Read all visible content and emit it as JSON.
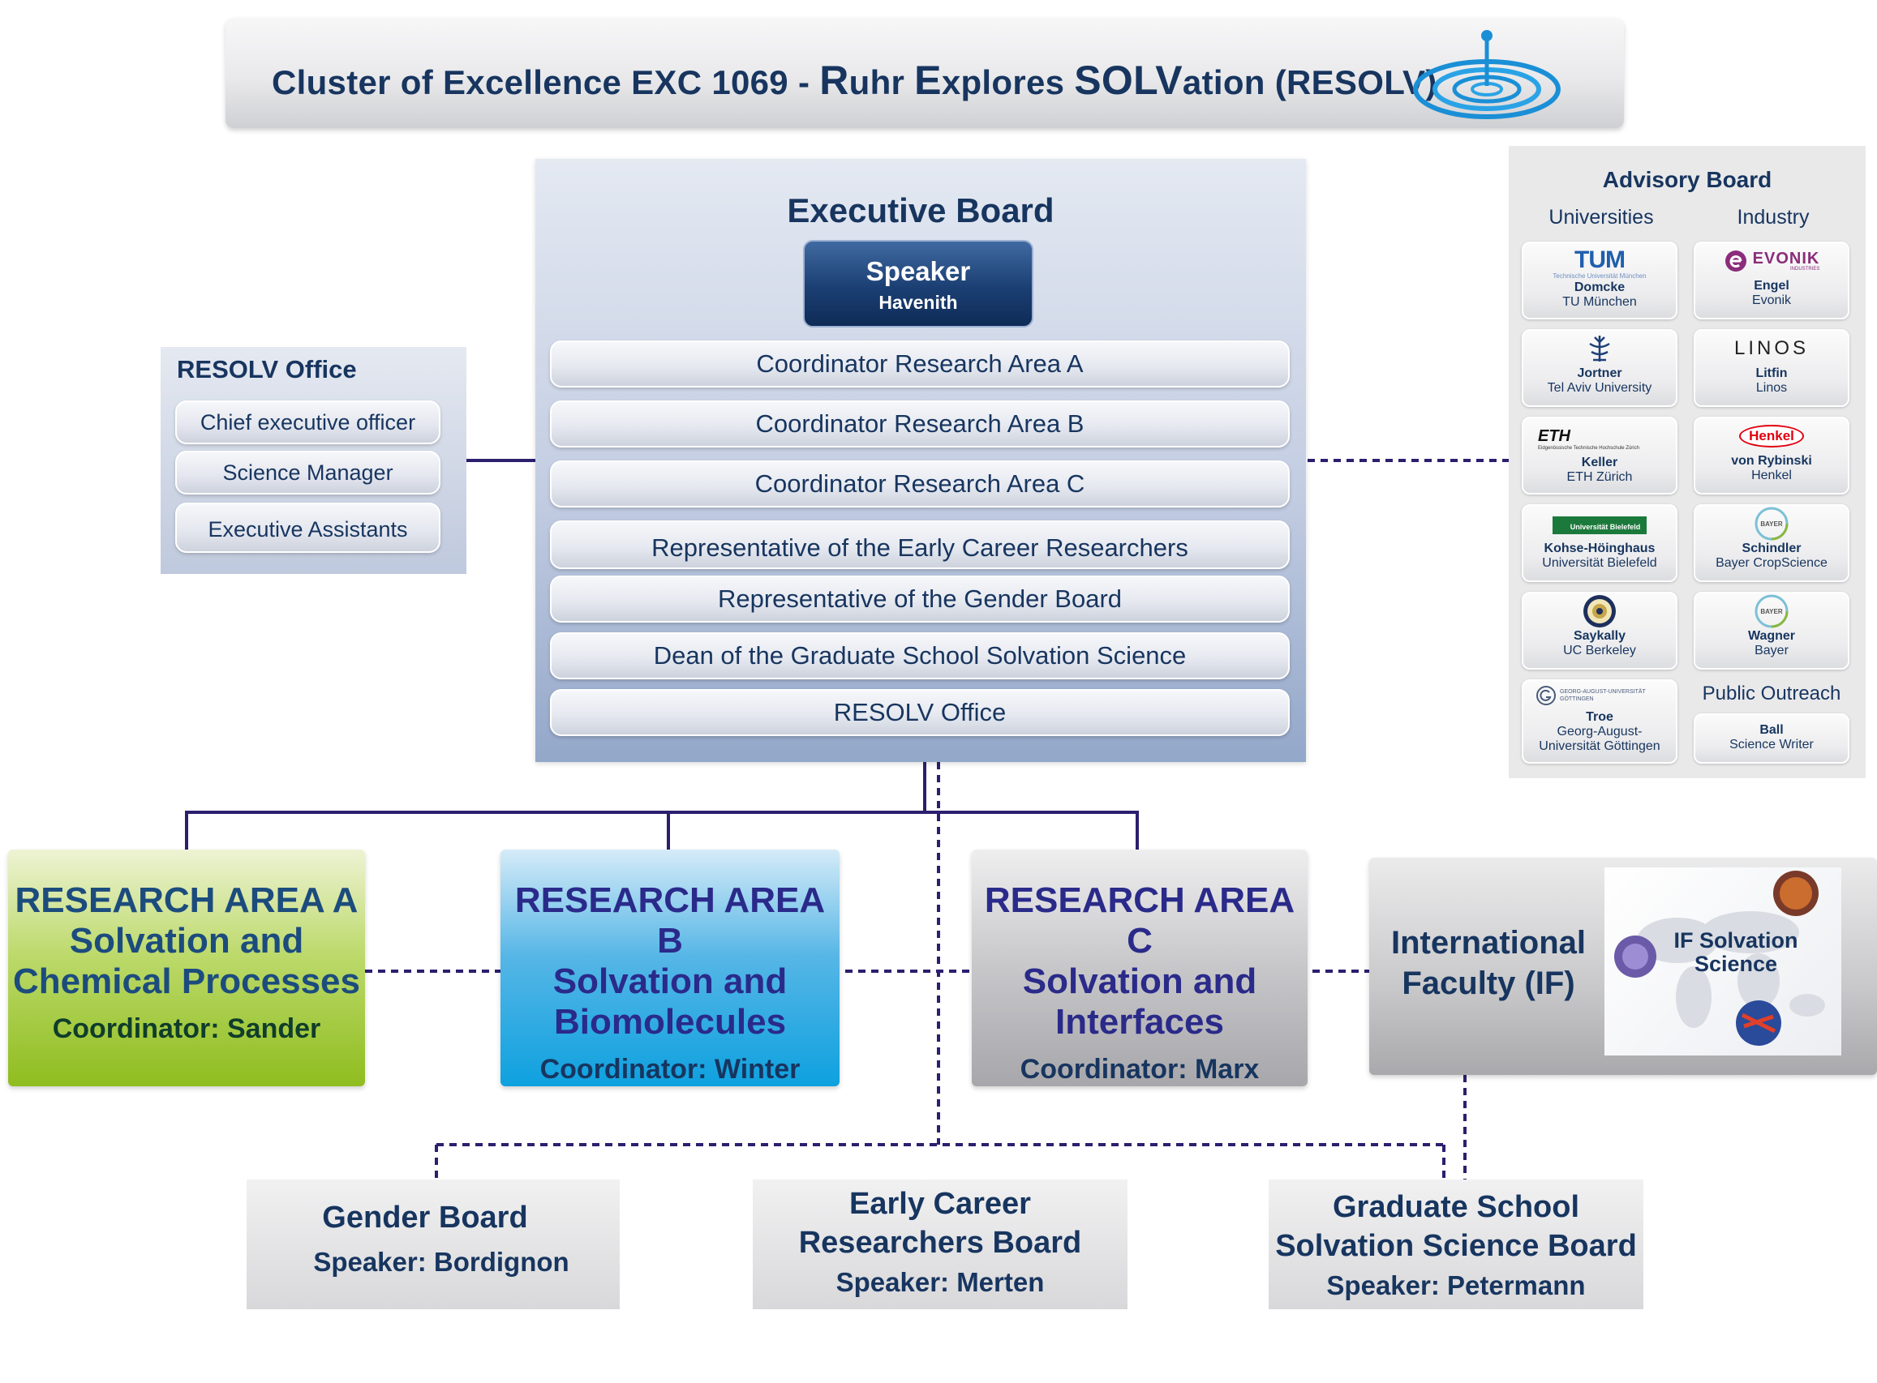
{
  "header": {
    "title_parts": [
      "Cluster of Excellence  EXC 1069   -  ",
      "R",
      "uhr ",
      "E",
      "xplores ",
      "SOLV",
      "ation (RESOLV)"
    ],
    "logo_icon": "water-drop-ripple-icon"
  },
  "executive_board": {
    "title": "Executive Board",
    "speaker_label": "Speaker",
    "speaker_name": "Havenith",
    "members": [
      "Coordinator Research Area A",
      "Coordinator Research Area B",
      "Coordinator Research Area C",
      "Representative of the Early Career Researchers",
      "Representative of the Gender Board",
      "Dean of the Graduate School Solvation Science",
      "RESOLV  Office"
    ]
  },
  "resolv_office": {
    "title": "RESOLV Office",
    "items": [
      "Chief executive officer",
      "Science Manager",
      "Executive Assistants"
    ]
  },
  "advisory_board": {
    "title": "Advisory Board",
    "universities_label": "Universities",
    "industry_label": "Industry",
    "public_outreach_label": "Public Outreach",
    "universities": [
      {
        "logo": "TUM",
        "logo_sub": "Technische Universität München",
        "name": "Domcke",
        "org": "TU München"
      },
      {
        "logo": "tel-aviv-university-emblem-icon",
        "name": "Jortner",
        "org": "Tel Aviv University"
      },
      {
        "logo": "ETH",
        "logo_sub": "Eidgenössische Technische Hochschule Zürich",
        "name": "Keller",
        "org": "ETH Zürich"
      },
      {
        "logo": "Universität Bielefeld",
        "name": "Kohse-Höinghaus",
        "org": "Universität Bielefeld"
      },
      {
        "logo": "uc-berkeley-seal-icon",
        "name": "Saykally",
        "org": "UC Berkeley"
      },
      {
        "logo": "GEORG-AUGUST-UNIVERSITÄT GÖTTINGEN",
        "name": "Troe",
        "org": "Georg-August-Universität Göttingen"
      }
    ],
    "industry": [
      {
        "logo": "EVONIK",
        "logo_sub": "INDUSTRIES",
        "name": "Engel",
        "org": "Evonik"
      },
      {
        "logo": "LINOS",
        "name": "Litfin",
        "org": "Linos"
      },
      {
        "logo": "Henkel",
        "name": "von Rybinski",
        "org": "Henkel"
      },
      {
        "logo": "BAYER",
        "name": "Schindler",
        "org": "Bayer CropScience"
      },
      {
        "logo": "BAYER",
        "name": "Wagner",
        "org": "Bayer"
      }
    ],
    "public_outreach": {
      "name": "Ball",
      "org": "Science Writer"
    }
  },
  "research_areas": [
    {
      "title": "RESEARCH AREA A",
      "subtitle_1": "Solvation and",
      "subtitle_2": "Chemical Processes",
      "coordinator": "Coordinator: Sander",
      "color": "#8fbd1f"
    },
    {
      "title": "RESEARCH AREA B",
      "subtitle_1": "Solvation and",
      "subtitle_2": "Biomolecules",
      "coordinator": "Coordinator: Winter",
      "color": "#0ea1df"
    },
    {
      "title": "RESEARCH AREA C",
      "subtitle_1": "Solvation and",
      "subtitle_2": "Interfaces",
      "coordinator": "Coordinator: Marx",
      "color": "#a7a7ab"
    }
  ],
  "international_faculty": {
    "label_1": "International",
    "label_2": "Faculty (IF)",
    "image_text_1": "IF Solvation",
    "image_text_2": "Science"
  },
  "boards": [
    {
      "line_1": "Gender Board",
      "line_2": "",
      "speaker": "Speaker: Bordignon"
    },
    {
      "line_1": "Early Career",
      "line_2": "Researchers Board",
      "speaker": "Speaker: Merten"
    },
    {
      "line_1": "Graduate School",
      "line_2": "Solvation Science Board",
      "speaker": "Speaker: Petermann"
    }
  ],
  "colors": {
    "navy": "#17355f",
    "connector": "#2b1f6e",
    "area_a": "#8fbd1f",
    "area_b": "#0ea1df",
    "area_c": "#a7a7ab"
  }
}
